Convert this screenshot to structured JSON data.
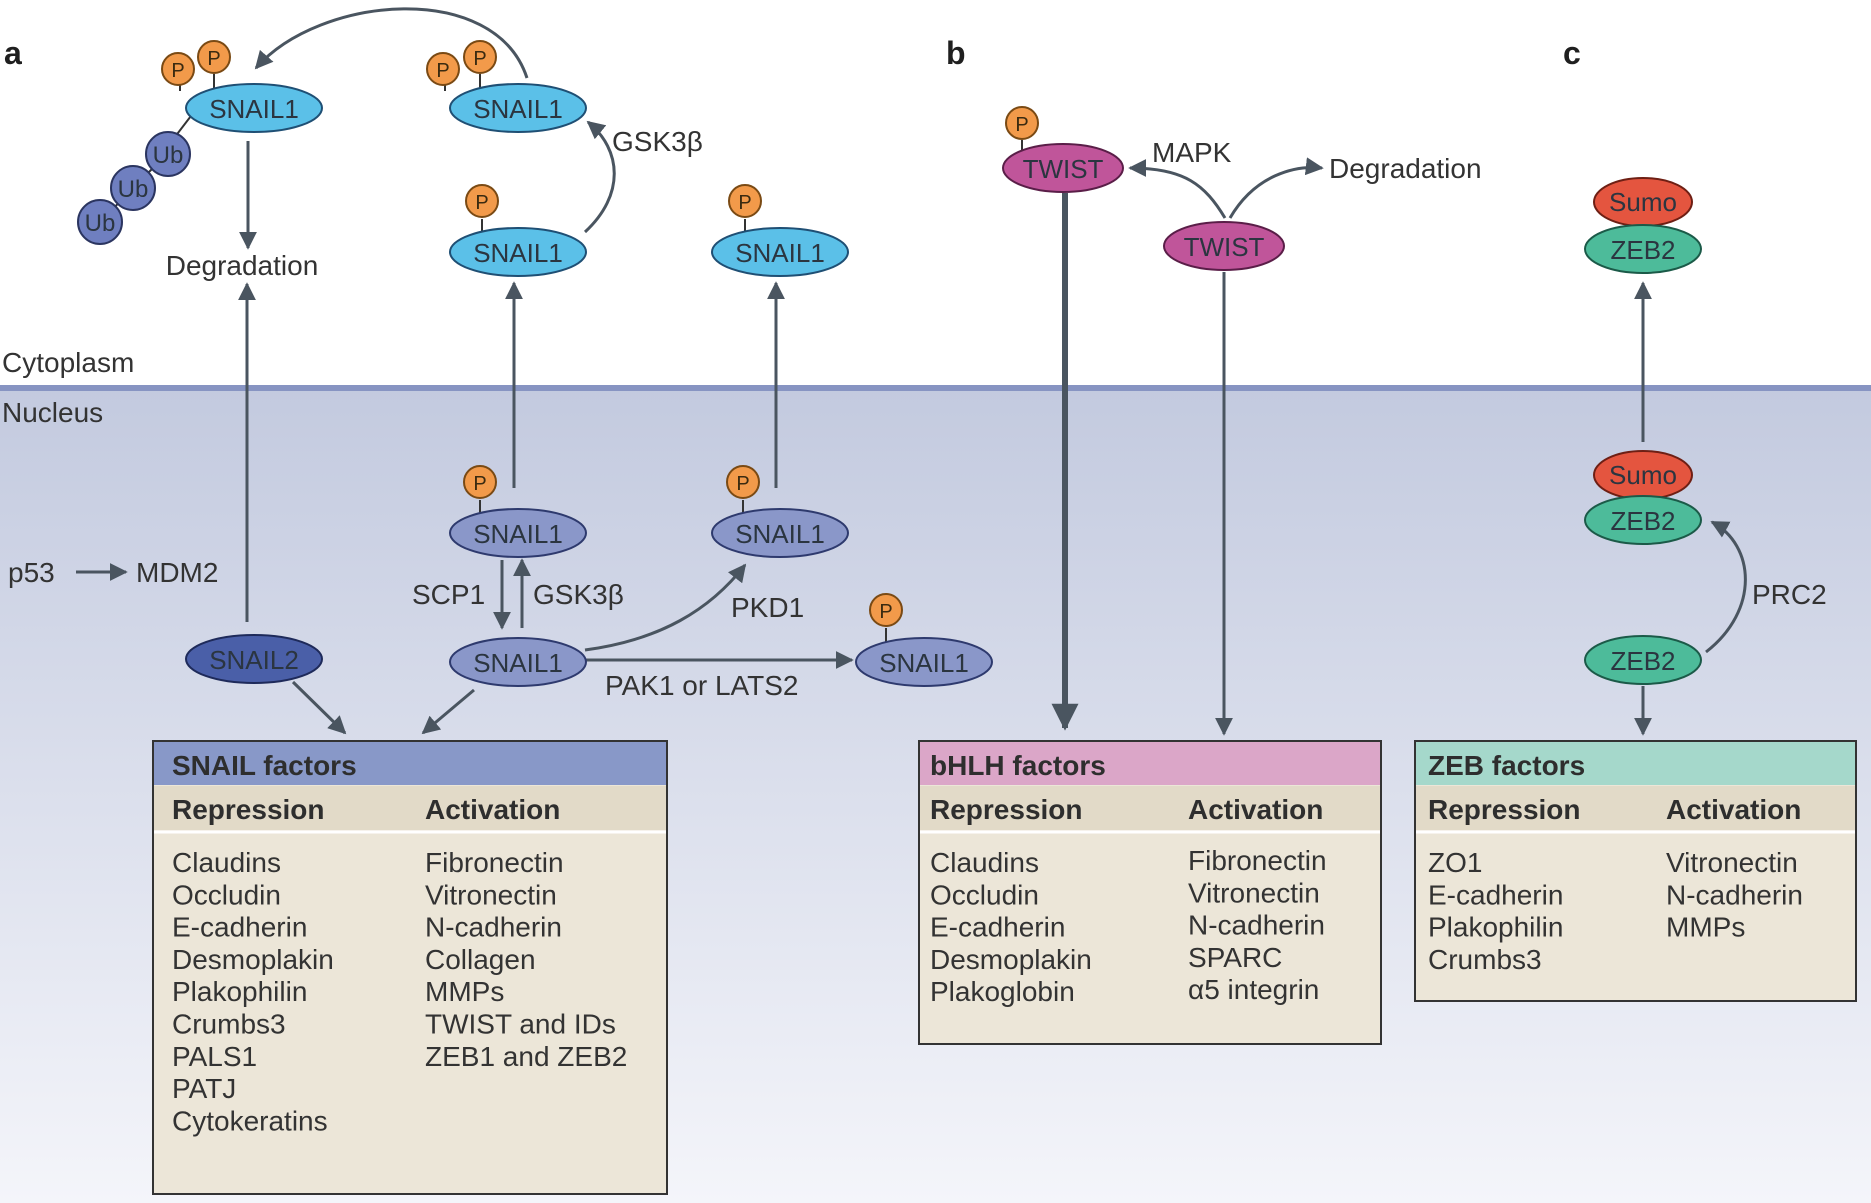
{
  "compartments": {
    "cytoplasm": "Cytoplasm",
    "nucleus": "Nucleus"
  },
  "panels": {
    "a": "a",
    "b": "b",
    "c": "c"
  },
  "modifications": {
    "phospho": "P",
    "ubiquitin": "Ub",
    "sumo": "Sumo"
  },
  "proteins": {
    "snail1": "SNAIL1",
    "snail2": "SNAIL2",
    "twist": "TWIST",
    "zeb2": "ZEB2"
  },
  "panel_a": {
    "degradation": "Degradation",
    "gsk3b_top": "GSK3β",
    "p53": "p53",
    "mdm2": "MDM2",
    "scp1": "SCP1",
    "gsk3b_mid": "GSK3β",
    "pkd1": "PKD1",
    "pak1_lats2": "PAK1 or LATS2"
  },
  "panel_b": {
    "mapk": "MAPK",
    "degradation": "Degradation"
  },
  "panel_c": {
    "prc2": "PRC2"
  },
  "boxes": {
    "snail": {
      "title": "SNAIL factors",
      "repression_label": "Repression",
      "activation_label": "Activation",
      "repression": [
        "Claudins",
        "Occludin",
        "E-cadherin",
        "Desmoplakin",
        "Plakophilin",
        "Crumbs3",
        "PALS1",
        "PATJ",
        "Cytokeratins"
      ],
      "activation": [
        "Fibronectin",
        "Vitronectin",
        "N-cadherin",
        "Collagen",
        "MMPs",
        "TWIST and IDs",
        "ZEB1 and ZEB2"
      ]
    },
    "bhlh": {
      "title": "bHLH factors",
      "repression_label": "Repression",
      "activation_label": "Activation",
      "repression": [
        "Claudins",
        "Occludin",
        "E-cadherin",
        "Desmoplakin",
        "Plakoglobin"
      ],
      "activation": [
        "Fibronectin",
        "Vitronectin",
        "N-cadherin",
        "SPARC",
        "α5 integrin"
      ]
    },
    "zeb": {
      "title": "ZEB factors",
      "repression_label": "Repression",
      "activation_label": "Activation",
      "repression": [
        "ZO1",
        "E-cadherin",
        "Plakophilin",
        "Crumbs3"
      ],
      "activation": [
        "Vitronectin",
        "N-cadherin",
        "MMPs"
      ]
    }
  },
  "colors": {
    "snail1_cyto": "#5bc0e8",
    "snail1_nuc": "#8a97c9",
    "snail2": "#4a5fa8",
    "twist": "#c0559a",
    "zeb2": "#4dbb9a",
    "sumo": "#e4553f",
    "phospho": "#f29a4a",
    "ubiquitin": "#6f7fc0",
    "snail_header": "#8898c8",
    "bhlh_header": "#dba6c8",
    "zeb_header": "#a5d8cb",
    "box_body": "#ece6d8",
    "box_colhead": "#e2dac8",
    "nucleus_top": "#c3cadf",
    "arrow": "#4a5560"
  }
}
